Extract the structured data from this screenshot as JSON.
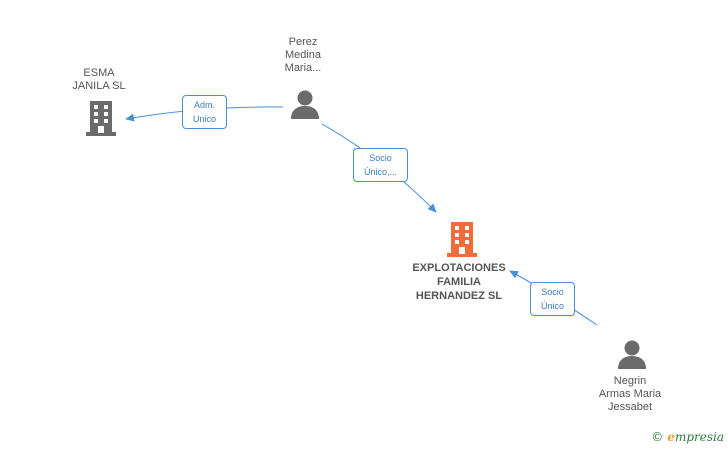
{
  "nodes": {
    "esma": {
      "label_lines": [
        "ESMA",
        "JANILA SL"
      ],
      "type": "company",
      "color": "#6b6b6b"
    },
    "perez": {
      "label_lines": [
        "Perez",
        "Medina",
        "Maria..."
      ],
      "type": "person",
      "color": "#6b6b6b"
    },
    "explotaciones": {
      "label_lines": [
        "EXPLOTACIONES",
        "FAMILIA",
        "HERNANDEZ SL"
      ],
      "type": "company",
      "color": "#f26b3a"
    },
    "negrin": {
      "label_lines": [
        "Negrin",
        "Armas Maria",
        "Jessabet"
      ],
      "type": "person",
      "color": "#6b6b6b"
    }
  },
  "edges": [
    {
      "from": "perez",
      "to": "esma",
      "label_lines": [
        "Adm.",
        "Unico"
      ]
    },
    {
      "from": "perez",
      "to": "explotaciones",
      "label_lines": [
        "Socio",
        "Único,..."
      ]
    },
    {
      "from": "negrin",
      "to": "explotaciones",
      "label_lines": [
        "Socio",
        "Único"
      ]
    }
  ],
  "colors": {
    "edge": "#4a90d9"
  },
  "brand": {
    "copyright": "©",
    "initial": "e",
    "name": "mpresia"
  }
}
